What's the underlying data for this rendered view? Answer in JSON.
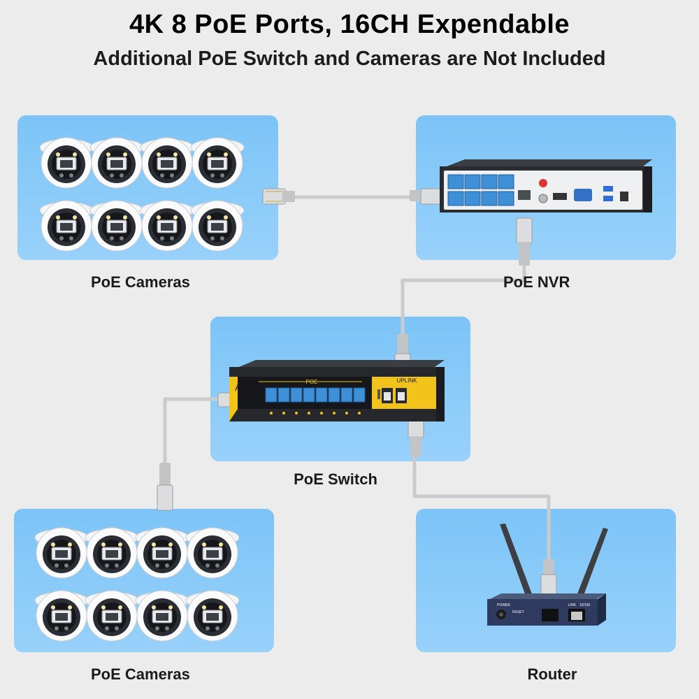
{
  "header": {
    "title": "4K 8 PoE Ports, 16CH Expendable",
    "subtitle": "Additional PoE Switch and Cameras are Not Included"
  },
  "labels": {
    "cameras_top": "PoE Cameras",
    "nvr": "PoE NVR",
    "switch": "PoE Switch",
    "cameras_bottom": "PoE Cameras",
    "router": "Router"
  },
  "switch": {
    "brand": "Ai",
    "poe_label": "POE",
    "uplink_label": "UPLINK"
  },
  "router": {
    "power_label": "POWER",
    "reset_label": "RESET",
    "link_label": "LINK",
    "speed_label": "10/100"
  },
  "colors": {
    "title": "#1a73e8",
    "panel": "#8ccbf8",
    "cable": "#c9cbcd",
    "switch_accent": "#f2c31b",
    "port": "#3d8fd6"
  }
}
